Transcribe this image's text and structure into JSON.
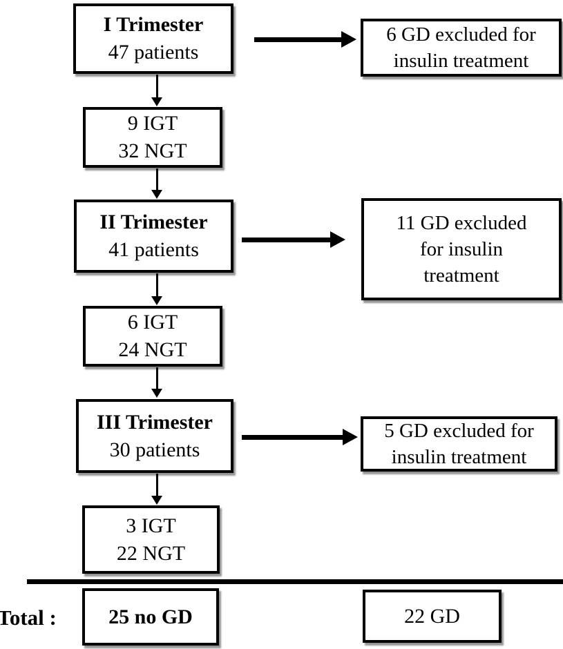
{
  "diagram": {
    "nodes": {
      "trimester1": {
        "title": "I Trimester",
        "count": "47 patients"
      },
      "excluded1": {
        "lines": [
          "6 GD excluded for",
          "insulin treatment"
        ]
      },
      "result1": {
        "lines": [
          "9 IGT",
          "32 NGT"
        ]
      },
      "trimester2": {
        "title": "II Trimester",
        "count": "41 patients"
      },
      "excluded2": {
        "lines": [
          "11 GD excluded",
          "for insulin",
          "treatment"
        ]
      },
      "result2": {
        "lines": [
          "6 IGT",
          "24 NGT"
        ]
      },
      "trimester3": {
        "title": "III Trimester",
        "count": "30 patients"
      },
      "excluded3": {
        "lines": [
          "5 GD excluded for",
          "insulin treatment"
        ]
      },
      "result3": {
        "lines": [
          "3 IGT",
          "22 NGT"
        ]
      }
    },
    "totals": {
      "label": "Total :",
      "no_gd": "25 no GD",
      "gd": "22 GD"
    },
    "colors": {
      "ink": "#000000",
      "background": "#ffffff",
      "shadow": "#8f8f8f"
    }
  }
}
